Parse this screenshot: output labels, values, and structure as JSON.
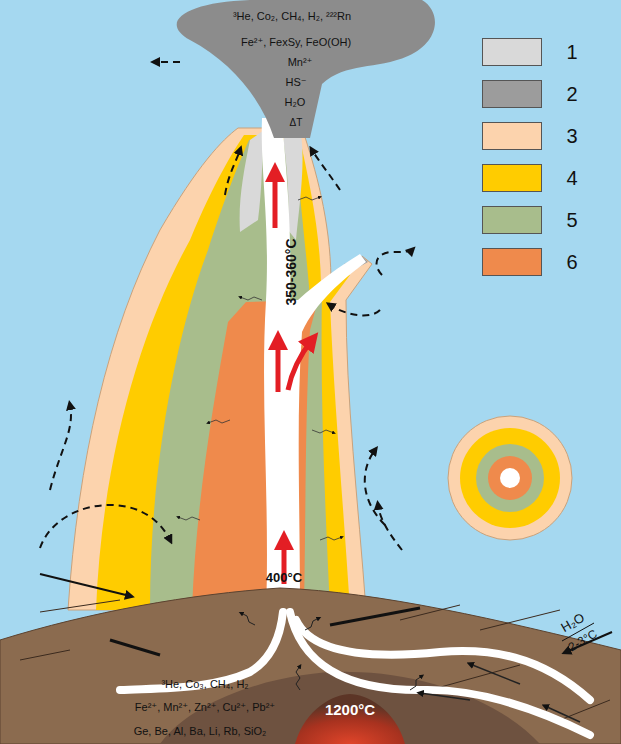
{
  "diagram": {
    "nodes": [
      {
        "text": [
          "³He, Co₂, CH₄, H₂, ²²²Rn",
          "Fe²⁺, FexSy, FeO(OH)",
          "Mn²⁺",
          "HS⁻",
          "H₂O",
          "ΔT"
        ]
      },
      {
        "text": [
          "1200°C"
        ]
      }
    ],
    "labels": [
      "350-360°C",
      "400°C",
      "H₂O",
      "2-3°C",
      "³He, Co₃, CH₄, H₂",
      "Fe²⁺, Mn²⁺, Zn²⁺, Cu²⁺, Pb²⁺",
      "Ge, Be, Al, Ba, Li, Rb, SiO₂"
    ],
    "legend": [
      {
        "text": "1",
        "color": "#d9d9d9"
      },
      {
        "text": "2",
        "color": "#9c9c9c"
      },
      {
        "text": "3",
        "color": "#fcd3ad"
      },
      {
        "text": "4",
        "color": "#ffcc00"
      },
      {
        "text": "5",
        "color": "#a8bd8c"
      },
      {
        "text": "6",
        "color": "#ef8a4c"
      }
    ]
  }
}
